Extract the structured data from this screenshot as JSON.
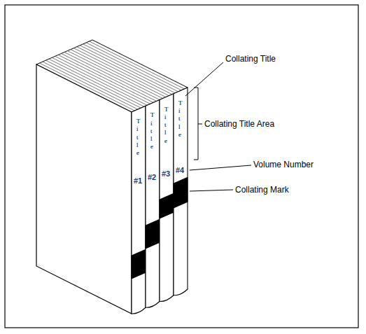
{
  "diagram": {
    "labels": [
      "Title",
      "Title",
      "Title",
      "Title",
      "#1",
      "#2",
      "#3",
      "#4",
      "Collating Title",
      "Collating Title Area",
      "Volume Number",
      "Collating Mark"
    ]
  }
}
